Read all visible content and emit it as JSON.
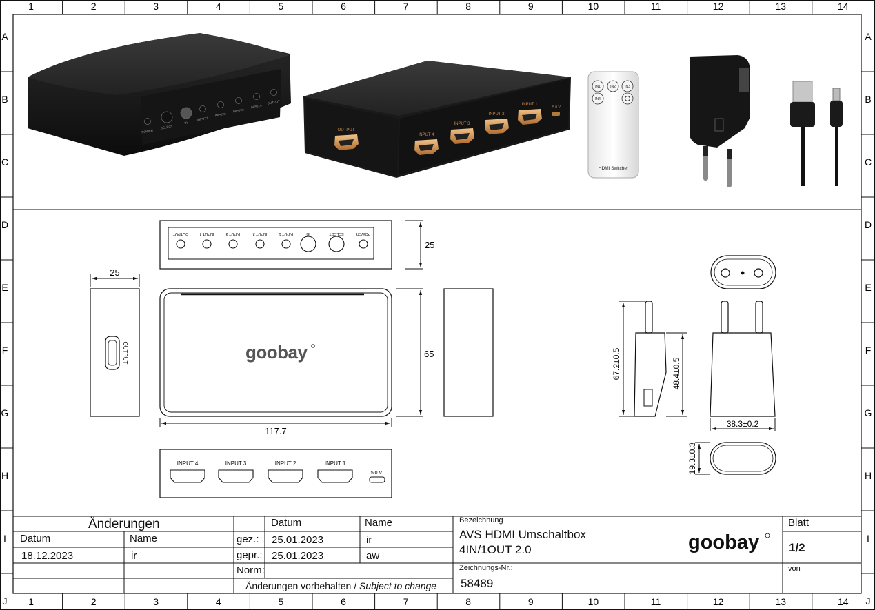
{
  "grid": {
    "columns": [
      "1",
      "2",
      "3",
      "4",
      "5",
      "6",
      "7",
      "8",
      "9",
      "10",
      "11",
      "12",
      "13",
      "14"
    ],
    "rows": [
      "A",
      "B",
      "C",
      "D",
      "E",
      "F",
      "G",
      "H",
      "I",
      "J"
    ]
  },
  "photos": {
    "front_panel_labels": [
      "POWER",
      "SELECT",
      "IR",
      "INPUT1",
      "INPUT2",
      "INPUT3",
      "INPUT4",
      "OUTPUT"
    ],
    "rear_panel_labels": [
      "OUTPUT",
      "INPUT 4",
      "INPUT 3",
      "INPUT 2",
      "INPUT 1",
      "5.0 V"
    ],
    "remote_buttons": [
      "IN1",
      "IN2",
      "IN3",
      "IN4"
    ],
    "remote_caption": "HDMI Switcher"
  },
  "drawing": {
    "front_panel_labels": [
      "OUTPUT",
      "INPUT 4",
      "INPUT 3",
      "INPUT 2",
      "INPUT 1",
      "IR",
      "SELECT",
      "POWER"
    ],
    "side_label": "OUTPUT",
    "rear_panel_labels": [
      "INPUT 4",
      "INPUT 3",
      "INPUT 2",
      "INPUT 1"
    ],
    "rear_power_label": "5.0 V",
    "dim_height": "25",
    "dim_depth": "25",
    "dim_width": "117.7",
    "dim_length": "65",
    "plug_total_height": "67.2±0.5",
    "plug_body_height": "48.4±0.5",
    "plug_width": "38.3±0.2",
    "plug_depth": "19.3±0.3",
    "logo": "goobay"
  },
  "title_block": {
    "changes_heading": "Änderungen",
    "col_date": "Datum",
    "col_name": "Name",
    "change_date": "18.12.2023",
    "change_name": "ir",
    "head_date": "Datum",
    "head_name": "Name",
    "drawn_label": "gez.:",
    "drawn_date": "25.01.2023",
    "drawn_name": "ir",
    "checked_label": "gepr.:",
    "checked_date": "25.01.2023",
    "checked_name": "aw",
    "norm_label": "Norm:",
    "subject_to_change_de": "Änderungen vorbehalten /",
    "subject_to_change_en": "Subject to change",
    "designation_label": "Bezeichnung",
    "designation_line1": "AVS HDMI Umschaltbox",
    "designation_line2": "4IN/1OUT 2.0",
    "drawing_no_label": "Zeichnungs-Nr.:",
    "drawing_no": "58489",
    "sheet_label": "Blatt",
    "sheet_value": "1/2",
    "of_label": "von",
    "logo": "goobay"
  }
}
